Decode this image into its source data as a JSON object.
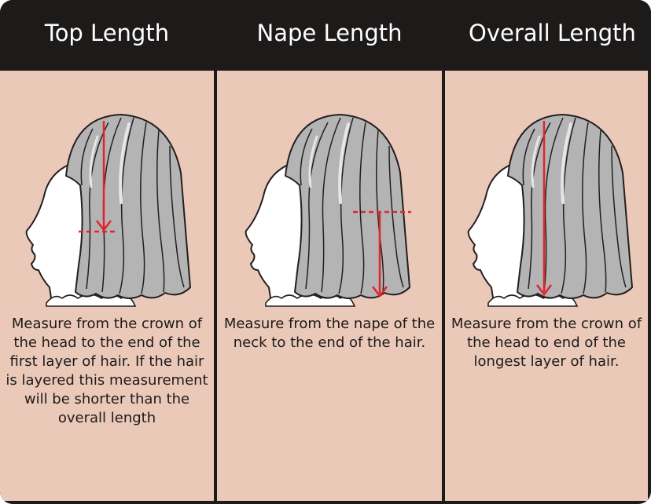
{
  "panels": [
    {
      "title": "Top Length",
      "description": "Measure from the crown of the head to the end of the first layer of hair. If the hair is layered this measurement will be shorter than the overall length"
    },
    {
      "title": "Nape Length",
      "description": "Measure from the nape of the neck to the end of the hair."
    },
    {
      "title": "Overall Length",
      "description": "Measure from the crown of the head to end of the longest layer of hair."
    }
  ],
  "colors": {
    "frame": "#1d1a1a",
    "panel": "#ebc9b9",
    "hair": "#b4b4b4",
    "measure_arrow": "#e0252d"
  }
}
